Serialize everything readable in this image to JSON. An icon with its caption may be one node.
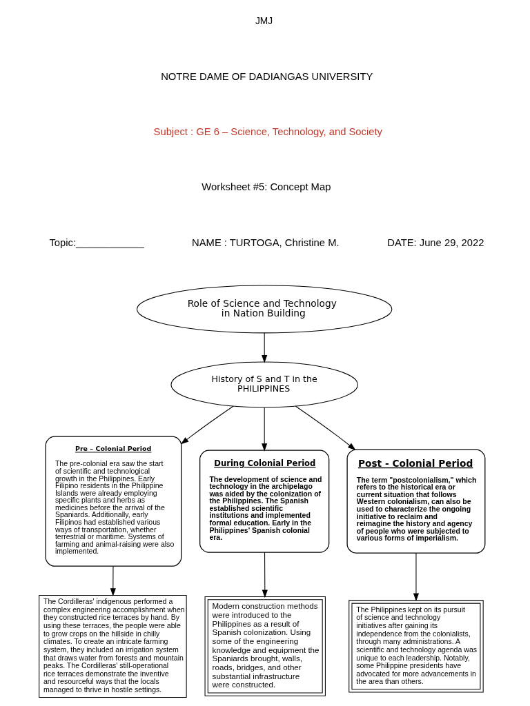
{
  "diagram": {
    "nodes": [
      {
        "text": [
          "Role of Science and Technology in Nation Building"
        ]
      },
      {
        "text": [
          "History of S and T in the PHILIPPINES"
        ]
      },
      {
        "text": [
          "Pre – Colonial Period",
          "The pre-colonial era saw the start of scientific and technological growth in the Philippines. Early Filipino residents in the Philippine Islands were already employing specific plants and herbs as medicines before the arrival of the Spaniards. Additionally, early Filipinos had established various ways of transportation, whether terrestrial or maritime. Systems of farming and animal-raising were also implemented."
        ]
      },
      {
        "text": [
          "During Colonial Period",
          "The development of science and technology in the archipelago was aided by the colonization of the Philippines. The Spanish established scientific institutions and implemented formal education. Early in the Philippines' Spanish colonial era."
        ]
      },
      {
        "text": [
          "Post - Colonial Period",
          "The term \"postcolonialism,\" which refers to the historical era or current situation that follows Western colonialism, can also be used to characterize the ongoing initiative to reclaim and reimagine the history and agency of people who were subjected to various forms of imperialism."
        ]
      },
      {
        "text": [
          "The Cordilleras' indigenous performed a complex engineering accomplishment when they constructed rice terraces by hand. By using these terraces, the people were able to grow crops on the hillside in chilly climates. To create an intricate farming system, they included an irrigation system that draws water from forests and mountain peaks. The Cordilleras' still-operational rice terraces demonstrate the inventive and resourceful ways that the locals managed to thrive in hostile settings."
        ]
      },
      {
        "text": [
          "Modern construction methods were introduced to the Philippines as a result of Spanish colonization. Using some of the engineering knowledge and equipment the Spaniards brought, walls, roads, bridges, and other substantial infrastructure were constructed."
        ]
      },
      {
        "text": [
          "The Philippines kept on its pursuit of science and technology initiatives after gaining its independence from the colonialists, through many administrations. A scientific and technology agenda was unique to each leadership. Notably, some Philippine presidents have advocated for more advancements in the area than others."
        ]
      }
    ],
    "edges": [
      {
        "from": 0,
        "to": 1,
        "arrow": "to"
      },
      {
        "from": 1,
        "to": 2,
        "arrow": "to"
      },
      {
        "from": 1,
        "to": 3,
        "arrow": "to"
      },
      {
        "from": 1,
        "to": 4,
        "arrow": "to"
      },
      {
        "from": 2,
        "to": 5,
        "arrow": "to"
      },
      {
        "from": 3,
        "to": 6,
        "arrow": "to"
      },
      {
        "from": 4,
        "to": 7,
        "arrow": "to"
      }
    ],
    "labels": [
      "JMJ",
      "NOTRE DAME OF DADIANGAS UNIVERSITY",
      "Subject : GE 6 – Science, Technology, and Society",
      "Worksheet #5: Concept Map",
      "Topic:____________",
      "NAME : TURTOGA, Christine M.",
      "DATE: June 29, 2022"
    ]
  }
}
